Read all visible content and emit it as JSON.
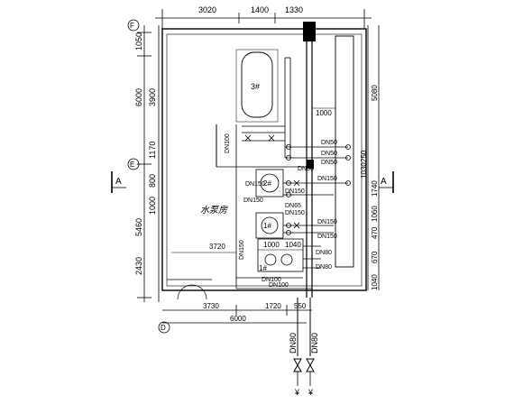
{
  "dims": {
    "top": [
      "3020",
      "1400",
      "1330"
    ],
    "left": [
      "1050",
      "6000",
      "3900",
      "1170",
      "800",
      "1000",
      "5460",
      "2430"
    ],
    "right": [
      "5080",
      "1030",
      "250",
      "1740",
      "1060",
      "470",
      "670",
      "1040"
    ],
    "bottom": [
      "3730",
      "1720",
      "550",
      "6000"
    ],
    "inner": [
      "1000",
      "3720",
      "1000",
      "1040"
    ]
  },
  "axes": [
    "F",
    "E",
    "D"
  ],
  "section_marks": [
    "A",
    "A"
  ],
  "pipes": {
    "dn50": [
      "DN50",
      "DN50",
      "DN50",
      "DN50"
    ],
    "dn150": [
      "DN150",
      "DN150",
      "DN150",
      "DN150",
      "DN150",
      "DN150",
      "DN150",
      "DN150"
    ],
    "others": [
      "DN100",
      "DN65",
      "DN80",
      "DN80",
      "DN100",
      "DN100",
      "DN80",
      "DN80"
    ]
  },
  "equipment": [
    "3#",
    "2#",
    "1#",
    "1#"
  ],
  "room_label": "水泵房"
}
